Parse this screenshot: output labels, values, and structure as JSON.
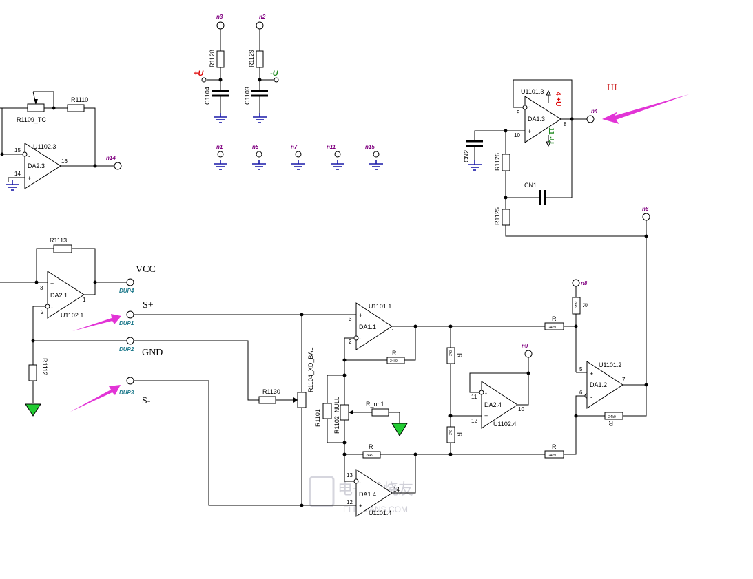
{
  "colors": {
    "arrow": "#e234d6",
    "ground_blue": "#1a1aa8",
    "ground_green": "#22cc33",
    "net_label": "#800080",
    "dup_label": "#1f7a8c",
    "plus_rail": "#dd0000",
    "minus_rail": "#228b22",
    "hi_label": "#d03030"
  },
  "labels": {
    "hi": "HI",
    "vcc": "VCC",
    "s_plus": "S+",
    "gnd": "GND",
    "s_minus": "S-",
    "plus_u": "+U",
    "minus_u": "-U",
    "watermark_cn": "电子发烧友",
    "watermark_en": "ELECFANS.COM"
  },
  "nets": {
    "n3": "n3",
    "n2": "n2",
    "n1": "n1",
    "n5": "n5",
    "n7": "n7",
    "n11": "n11",
    "n15": "n15",
    "n14": "n14",
    "n4": "n4",
    "n6": "n6",
    "n8": "n8",
    "n9": "n9"
  },
  "dups": {
    "dup1": "DUP1",
    "dup2": "DUP2",
    "dup3": "DUP3",
    "dup4": "DUP4"
  },
  "resistors": {
    "r1128": "R1128",
    "r1129": "R1129",
    "r1109": "R1109_TC",
    "r1110": "R1110",
    "r1113": "R1113",
    "r1112": "R1112",
    "r1126": "R1126",
    "r1125": "R1125",
    "r1130": "R1130",
    "r1104": "R1104_XD_BAL",
    "r1101": "R1101",
    "r1102": "R1102_NULL",
    "r_nn1": "R_nn1",
    "r": "R",
    "val_24k9": "24k9",
    "val_8k2": "8k2"
  },
  "caps": {
    "c1104": "C1104",
    "c1103": "C1103",
    "cn1": "CN1",
    "cn2": "CN2"
  },
  "opamps": {
    "u1102_3": "U1102.3",
    "da2_3": "DA2.3",
    "u1101_3": "U1101.3",
    "da1_3": "DA1.3",
    "da2_1": "DA2.1",
    "u1102_1": "U1102.1",
    "u1101_1": "U1101.1",
    "da1_1": "DA1.1",
    "u1101_2": "U1101.2",
    "da1_2": "DA1.2",
    "da2_4": "DA2.4",
    "u1102_4": "U1102.4",
    "da1_4": "DA1.4",
    "u1101_4": "U1101.4"
  },
  "pins": {
    "p1": "1",
    "p2": "2",
    "p3": "3",
    "p4": "4",
    "p5": "5",
    "p6": "6",
    "p7": "7",
    "p8": "8",
    "p9": "9",
    "p10": "10",
    "p11": "11",
    "p12": "12",
    "p13": "13",
    "p14": "14",
    "p15": "15",
    "p16": "16",
    "pin4_u": "4 +U",
    "pin11_u": "11 -U"
  }
}
